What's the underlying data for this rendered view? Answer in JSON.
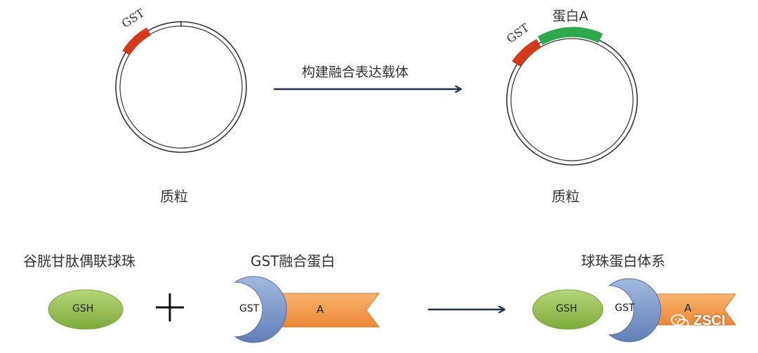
{
  "plasmid_left": {
    "gst_label": "GST",
    "caption": "质粒"
  },
  "arrow_top": {
    "label": "构建融合表达载体"
  },
  "plasmid_right": {
    "gst_label": "GST",
    "protein_label": "蛋白A",
    "caption": "质粒"
  },
  "bottom": {
    "beads_title": "谷胱甘肽偶联球珠",
    "fusion_title": "GST融合蛋白",
    "system_title": "球珠蛋白体系",
    "gsh": "GSH",
    "gst": "GST",
    "a": "A",
    "plus": "+"
  },
  "watermark": {
    "text": "ZSCI"
  },
  "colors": {
    "gst_red": "#d33a1c",
    "protein_green": "#2ea84a",
    "bead_green": "#8fbf4a",
    "gst_blue": "#7b98c9",
    "protein_orange": "#f3994b",
    "arrow_navy": "#1f3050"
  }
}
